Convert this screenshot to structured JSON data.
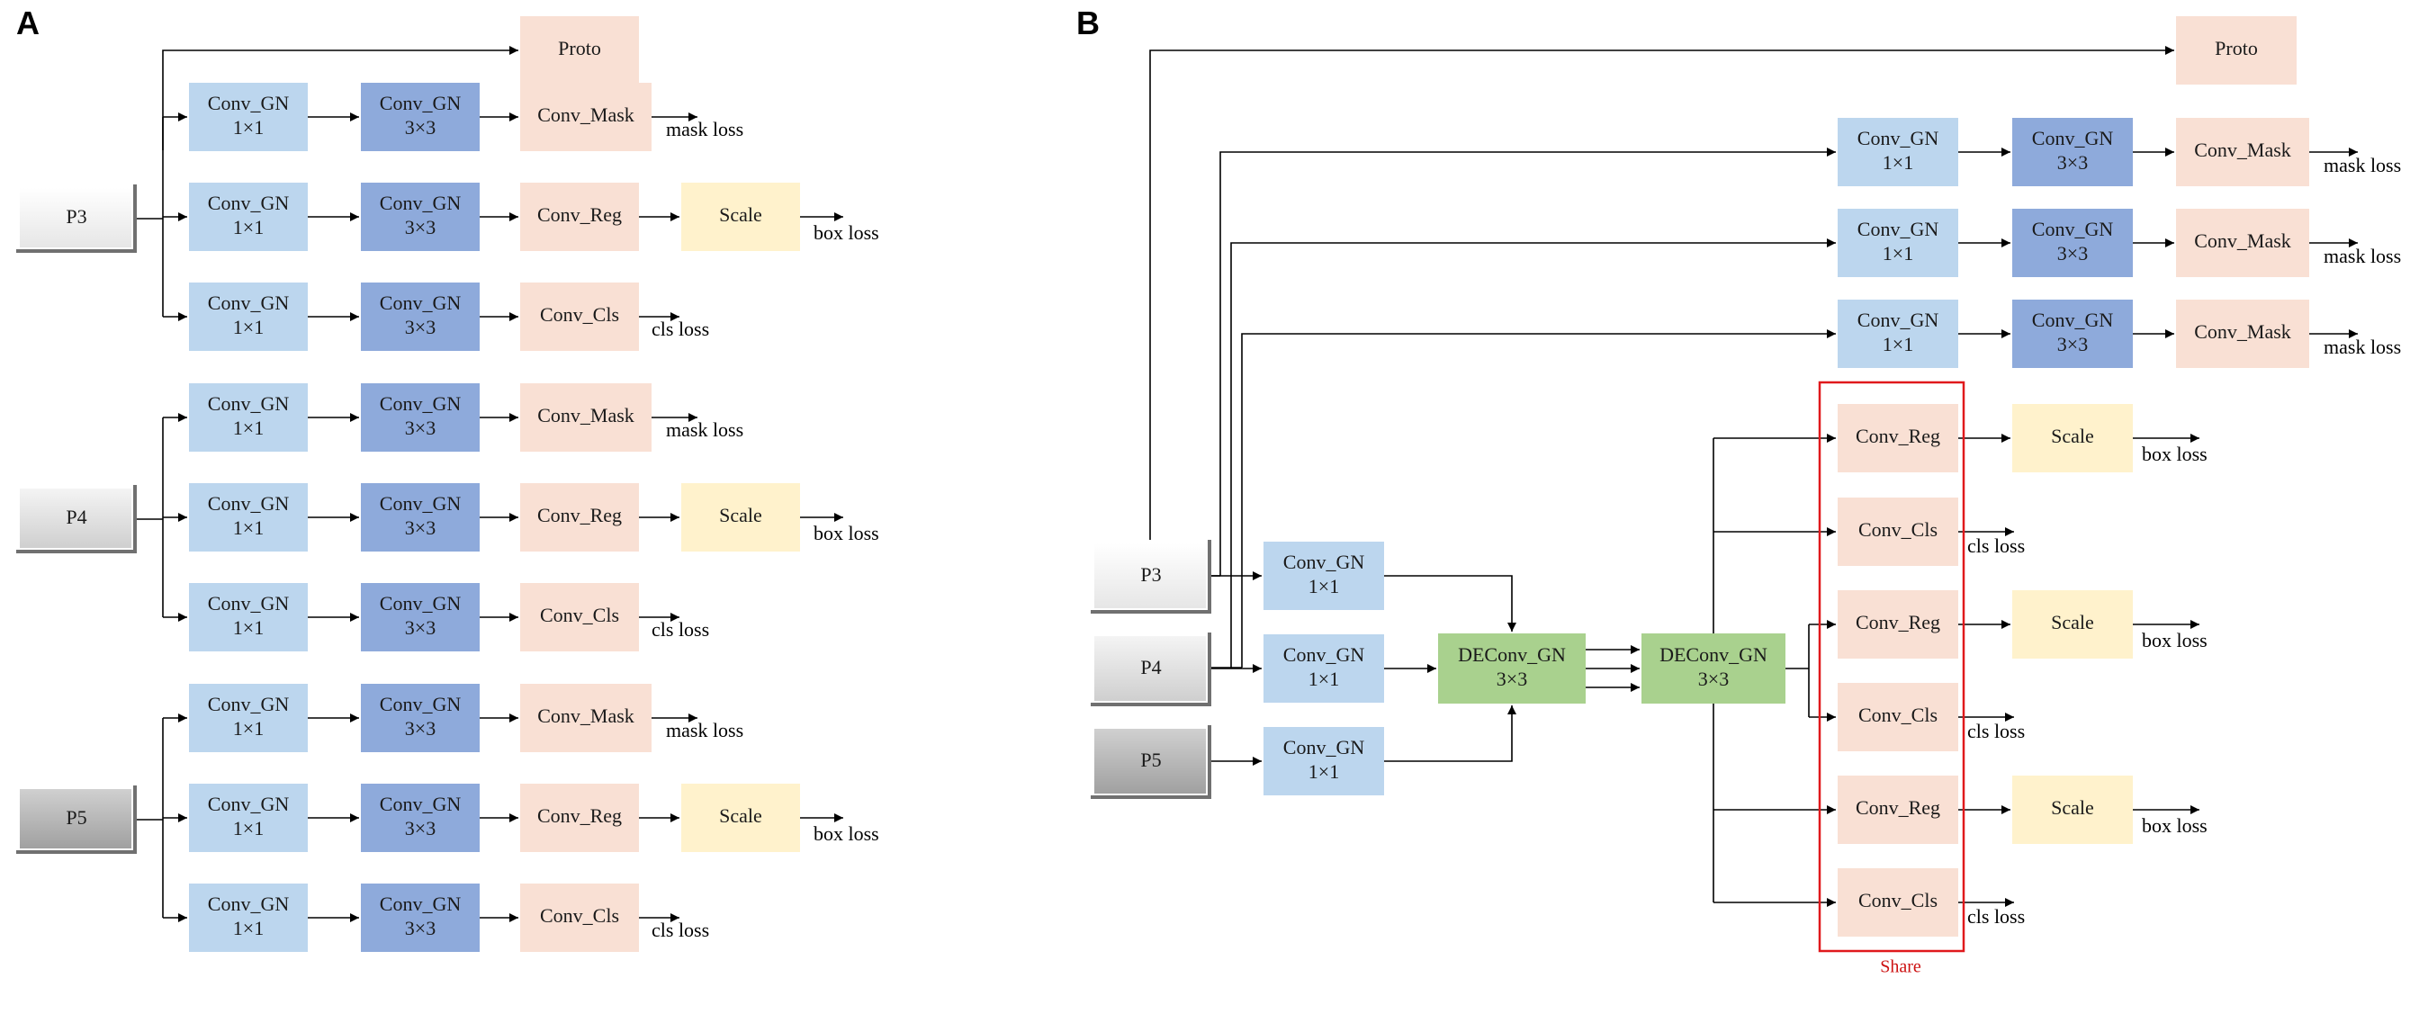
{
  "panels": {
    "A": "A",
    "B": "B"
  },
  "colors": {
    "conv1": "#bcd6ee",
    "conv3": "#8eaadb",
    "head": "#f9e0d4",
    "scale": "#fff2cc",
    "deconv": "#a9d18e",
    "share": "#e0191c",
    "input_light": "#f2f2f2",
    "input_mid": "#d9d9d9",
    "input_dark": "#a6a6a6"
  },
  "labels": {
    "proto": "Proto",
    "conv_gn": "Conv_GN",
    "k1": "1×1",
    "k3": "3×3",
    "conv_mask": "Conv_Mask",
    "conv_reg": "Conv_Reg",
    "conv_cls": "Conv_Cls",
    "scale": "Scale",
    "deconv_gn": "DEConv_GN",
    "mask_loss": "mask loss",
    "box_loss": "box loss",
    "cls_loss": "cls loss",
    "share": "Share"
  },
  "inputs": [
    "P3",
    "P4",
    "P5"
  ]
}
